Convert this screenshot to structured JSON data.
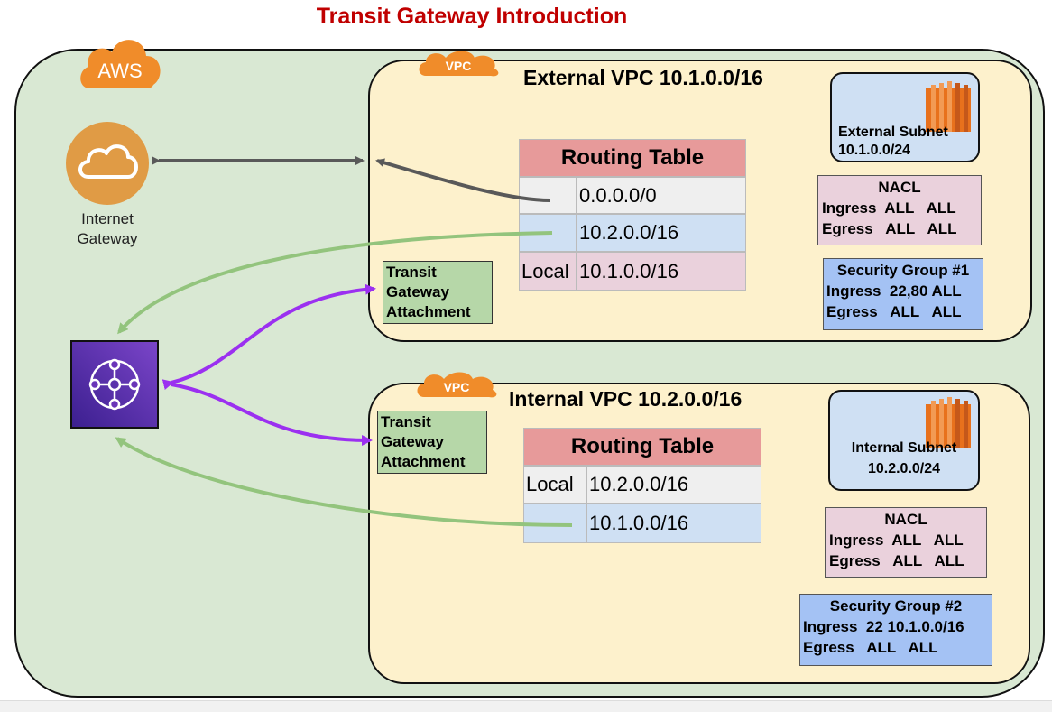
{
  "title": "Transit Gateway Introduction",
  "aws_badge": "AWS",
  "vpc_badge": "VPC",
  "internet_gateway": {
    "label_line1": "Internet",
    "label_line2": "Gateway"
  },
  "external_vpc": {
    "title": "External VPC 10.1.0.0/16",
    "subnet": {
      "name": "External Subnet",
      "cidr": "10.1.0.0/24"
    },
    "routing_table": {
      "header": "Routing Table",
      "rows": [
        {
          "target": "",
          "dest": "0.0.0.0/0"
        },
        {
          "target": "",
          "dest": "10.2.0.0/16"
        },
        {
          "target": "Local",
          "dest": "10.1.0.0/16"
        }
      ]
    },
    "nacl": {
      "title": "NACL",
      "ingress": "Ingress  ALL   ALL",
      "egress": "Egress   ALL   ALL"
    },
    "security_group": {
      "title": "Security Group #1",
      "ingress": "Ingress  22,80 ALL",
      "egress": "Egress   ALL   ALL"
    },
    "attachment": {
      "line1": "Transit",
      "line2": "Gateway",
      "line3": "Attachment"
    }
  },
  "internal_vpc": {
    "title": "Internal VPC 10.2.0.0/16",
    "subnet": {
      "name": "Internal Subnet",
      "cidr": "10.2.0.0/24"
    },
    "routing_table": {
      "header": "Routing Table",
      "rows": [
        {
          "target": "Local",
          "dest": "10.2.0.0/16"
        },
        {
          "target": "",
          "dest": "10.1.0.0/16"
        }
      ]
    },
    "nacl": {
      "title": "NACL",
      "ingress": "Ingress  ALL   ALL",
      "egress": "Egress   ALL   ALL"
    },
    "security_group": {
      "title": "Security Group #2",
      "ingress": "Ingress  22 10.1.0.0/16",
      "egress": "Egress   ALL   ALL"
    },
    "attachment": {
      "line1": "Transit",
      "line2": "Gateway",
      "line3": "Attachment"
    }
  },
  "icons": [
    "aws-cloud-icon",
    "vpc-cloud-icon",
    "internet-gateway-icon",
    "ec2-instance-icon",
    "transit-gateway-icon"
  ],
  "colors": {
    "title": "#c00000",
    "aws_cloud_fill": "#d9e8d3",
    "vpc_fill": "#fdf1cc",
    "subnet_fill": "#cfe0f3",
    "routing_header": "#e79a9a",
    "nacl_fill": "#ead1dc",
    "security_group_fill": "#a4c2f4",
    "attachment_fill": "#b6d7a8",
    "aws_orange": "#f08c2a",
    "transit_gateway": "#5a2ea6",
    "green_arrow": "#93c47d",
    "purple_arrow": "#9b30f0",
    "gray_arrow": "#595959"
  }
}
